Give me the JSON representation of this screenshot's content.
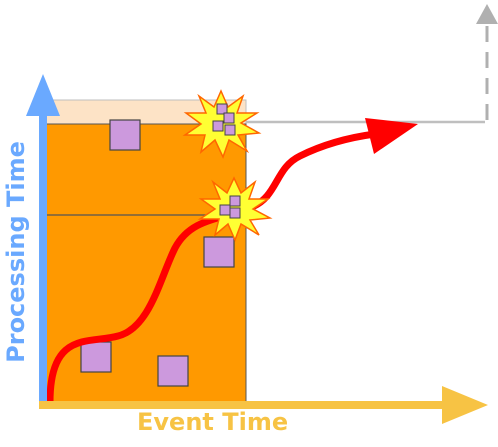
{
  "diagram": {
    "x_axis_label": "Event Time",
    "y_axis_label": "Processing Time",
    "colors": {
      "x_axis": "#f7c344",
      "y_axis": "#6aa9ff",
      "window_fill": "#ff9900",
      "window_top_band": "#fde3c6",
      "event_square": "#cc99dd",
      "watermark_curve": "#ff0000",
      "burst_fill": "#ffff33",
      "burst_stroke": "#ff6600",
      "gray_line": "#bfbfbf",
      "dashed_arrow": "#b0b0b0"
    },
    "icons": [
      "event-square",
      "burst-icon",
      "watermark-arrow",
      "dashed-up-arrow"
    ]
  }
}
